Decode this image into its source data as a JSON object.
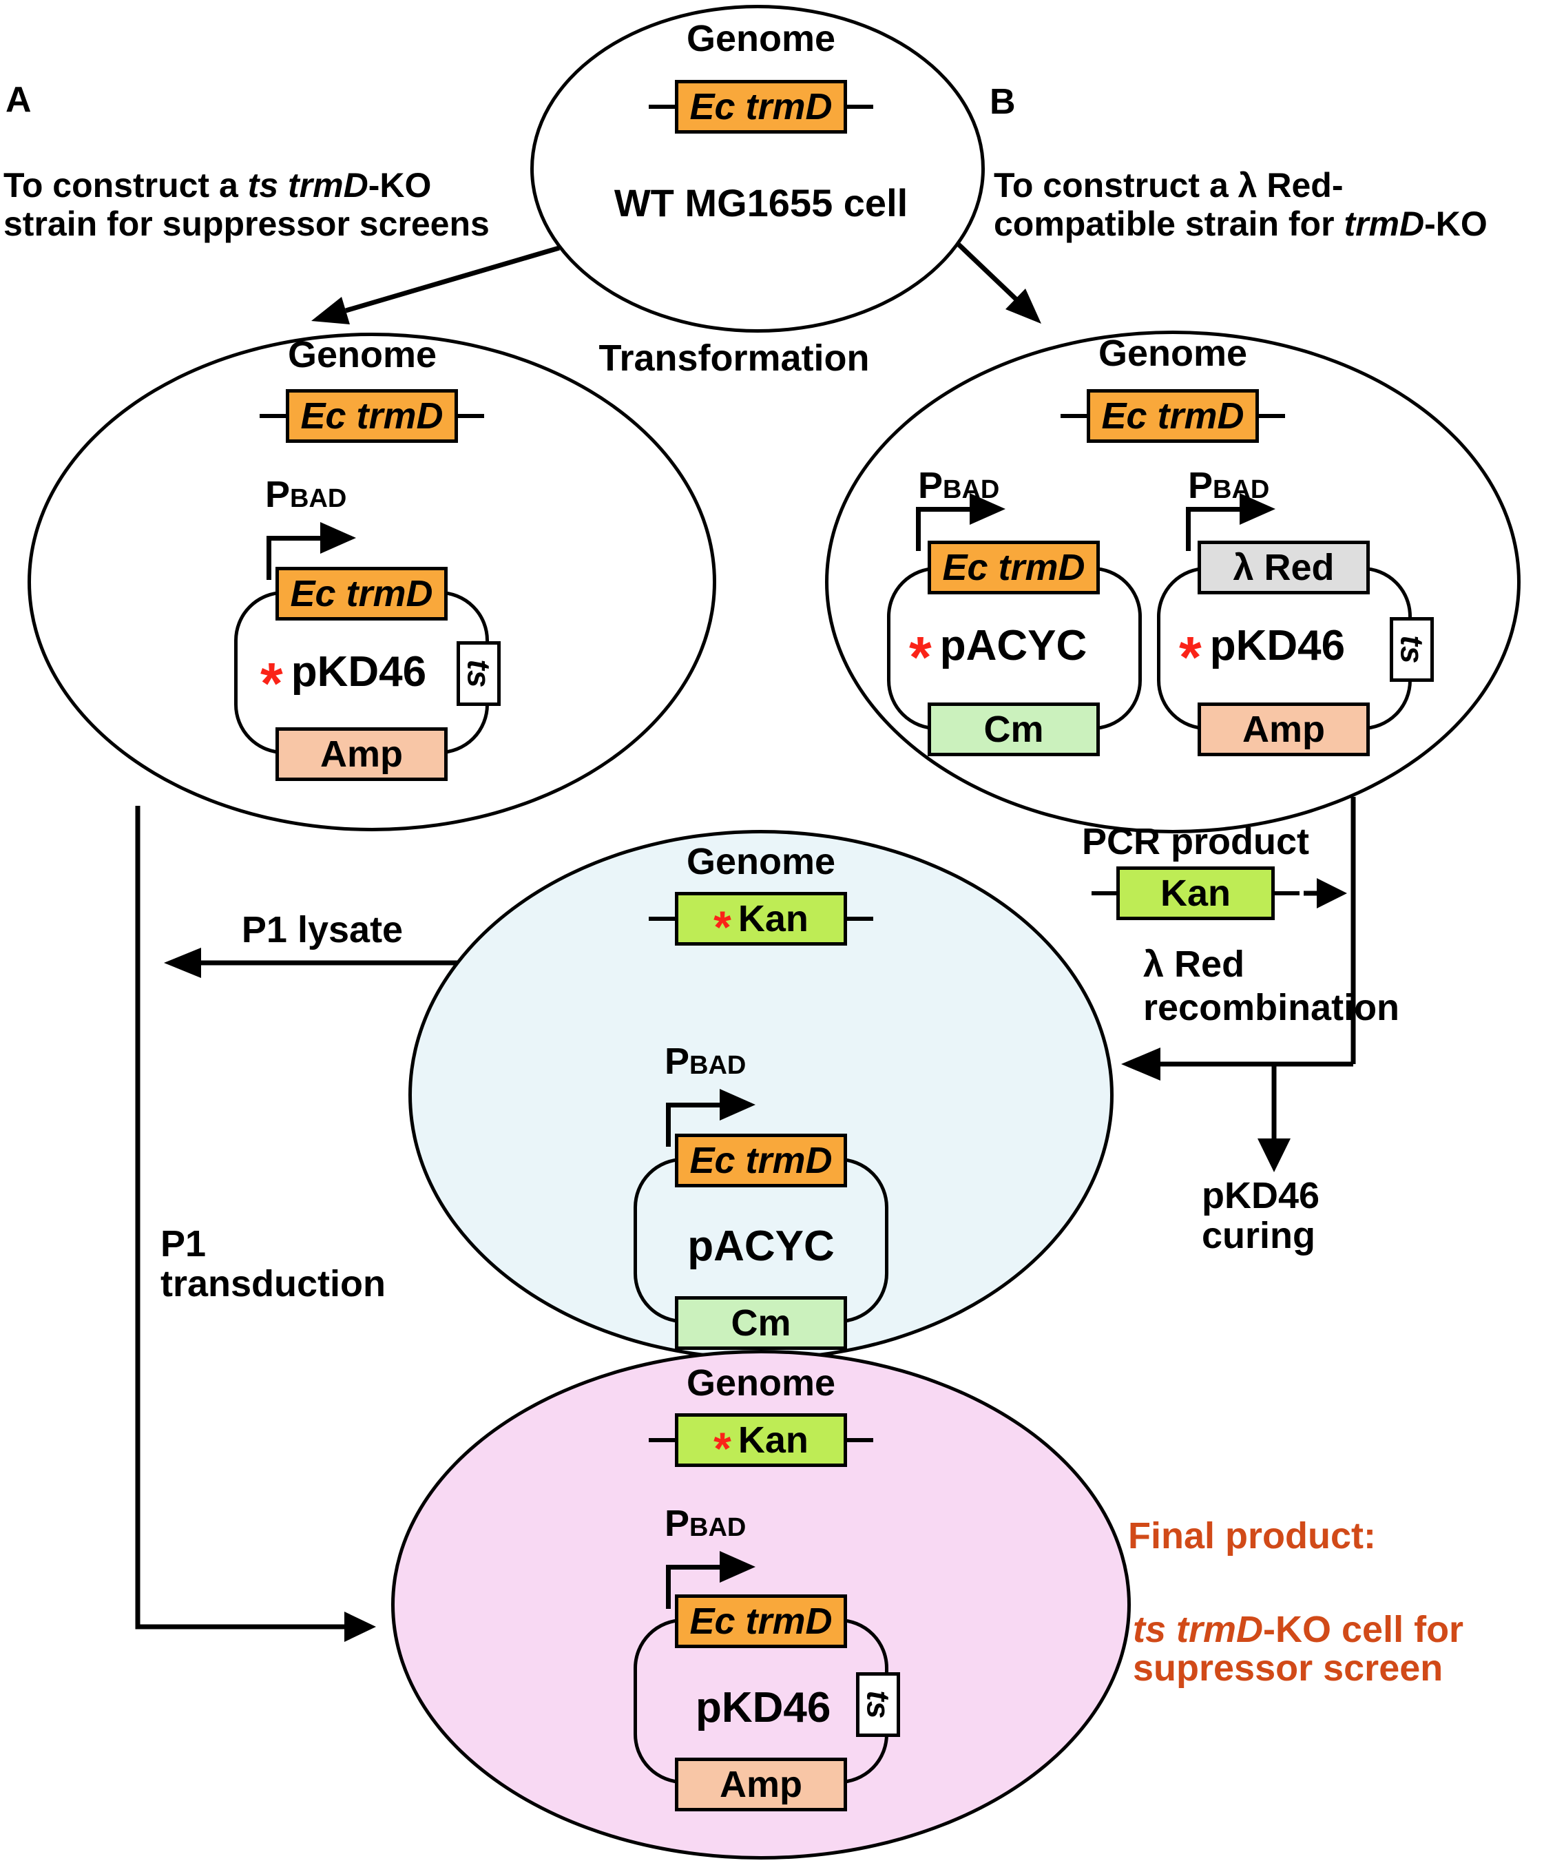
{
  "panelA": {
    "label": "A",
    "titleLine1Part1": "To construct a ",
    "titleLine1Italic": "ts trmD",
    "titleLine1Part2": "-KO",
    "titleLine2": "strain for suppressor screens"
  },
  "panelB": {
    "label": "B",
    "titleLine1": "To construct a λ Red-",
    "titleLine2Part1": "compatible strain for ",
    "titleLine2Italic": "trmD",
    "titleLine2Part2": "-KO"
  },
  "topCell": {
    "genomeLabel": "Genome",
    "gene": "Ec trmD",
    "cellName": "WT MG1655 cell"
  },
  "transformationLabel": "Transformation",
  "cellA": {
    "genomeLabel": "Genome",
    "genomeGene": "Ec trmD",
    "pbadMain": "P",
    "pbadSub": "BAD",
    "plasmidGene": "Ec trmD",
    "asterisk": "*",
    "plasmidName": "pKD46",
    "tsLabel": "ts",
    "markerLabel": "Amp"
  },
  "cellB": {
    "genomeLabel": "Genome",
    "genomeGene": "Ec trmD",
    "plasmidPacyc": {
      "pbadMain": "P",
      "pbadSub": "BAD",
      "gene": "Ec trmD",
      "asterisk": "*",
      "name": "pACYC",
      "marker": "Cm"
    },
    "plasmidPkd46": {
      "pbadMain": "P",
      "pbadSub": "BAD",
      "gene": "λ Red",
      "asterisk": "*",
      "name": "pKD46",
      "tsLabel": "ts",
      "marker": "Amp"
    }
  },
  "midCell": {
    "genomeLabel": "Genome",
    "kanAsterisk": "*",
    "kanLabel": "Kan",
    "pbadMain": "P",
    "pbadSub": "BAD",
    "plasmidGene": "Ec trmD",
    "plasmidName": "pACYC",
    "marker": "Cm"
  },
  "finalCell": {
    "genomeLabel": "Genome",
    "kanAsterisk": "*",
    "kanLabel": "Kan",
    "pbadMain": "P",
    "pbadSub": "BAD",
    "plasmidGene": "Ec trmD",
    "plasmidName": "pKD46",
    "tsLabel": "ts",
    "marker": "Amp"
  },
  "pcrProduct": {
    "label": "PCR product",
    "gene": "Kan"
  },
  "lambdaRecombination": {
    "line1": "λ Red",
    "line2": "recombination"
  },
  "pkd46Curing": {
    "line1": "pKD46",
    "line2": "curing"
  },
  "p1LysateLabel": "P1 lysate",
  "p1Transduction": {
    "line1": "P1",
    "line2": "transduction"
  },
  "finalProduct": {
    "heading": "Final product:",
    "line1Italic": "ts trmD",
    "line1Rest": "-KO cell for",
    "line2": "supressor screen"
  },
  "colors": {
    "geneOrange": "#F9A83B",
    "kanGreen": "#BEEC55",
    "cmGreen": "#CBF1BD",
    "ampSalmon": "#F8C6A6",
    "lambdaGray": "#DEDEDE",
    "midCellFill": "#EAF5F9",
    "finalCellFill": "#F8D9F3",
    "asteriskRed": "#FA2318",
    "finalTextRed": "#D14A18"
  }
}
